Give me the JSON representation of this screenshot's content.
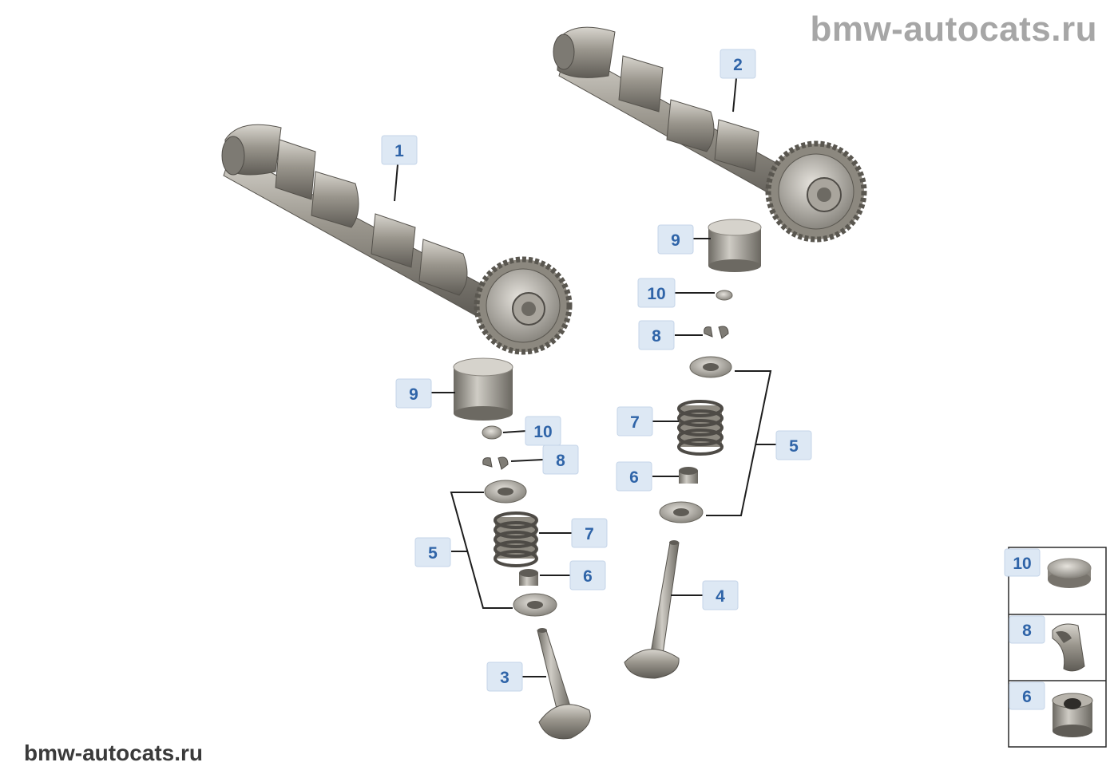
{
  "watermarks": {
    "top": "bmw-autocats.ru",
    "bottom": "bmw-autocats.ru"
  },
  "callouts": {
    "c1": "1",
    "c2": "2",
    "c3": "3",
    "c4": "4",
    "c5a": "5",
    "c5b": "5",
    "c6a": "6",
    "c6b": "6",
    "c7a": "7",
    "c7b": "7",
    "c8a": "8",
    "c8b": "8",
    "c9a": "9",
    "c9b": "9",
    "c10a": "10",
    "c10b": "10"
  },
  "legend": {
    "r1": "10",
    "r2": "8",
    "r3": "6"
  },
  "colors": {
    "callout_fill": "#dde8f4",
    "callout_text": "#2f64a8",
    "part_metal": "#8f8b82",
    "part_shadow": "#5e5b55",
    "watermark_light": "#a6a6a6",
    "watermark_dark": "#3a3a3a"
  }
}
